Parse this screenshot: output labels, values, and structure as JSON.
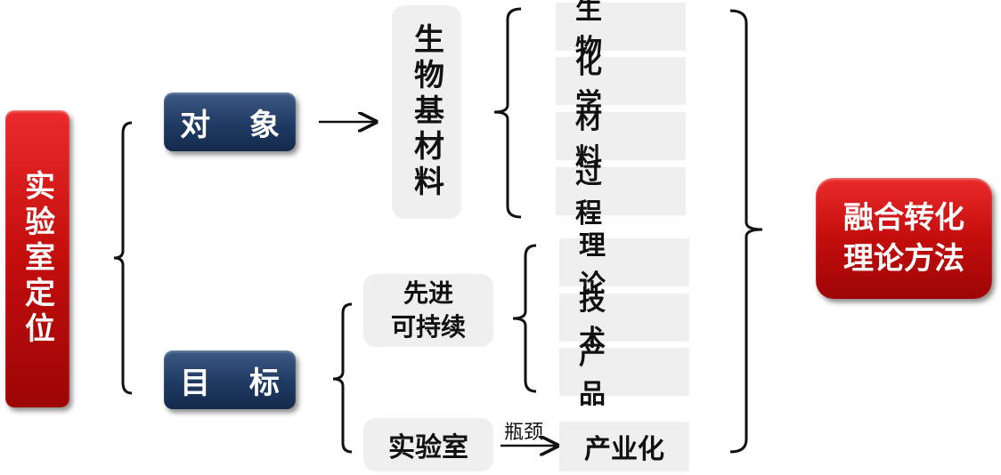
{
  "left_box": "实验室定位",
  "object_label": "对 象",
  "goal_label": "目 标",
  "bio_base": "生物基材料",
  "disciplines": [
    "生 物",
    "化 学",
    "材 料",
    "过 程"
  ],
  "advanced": "先进\n可持续",
  "outcomes": [
    "理 论",
    "技 术",
    "产 品"
  ],
  "lab": "实验室",
  "bottleneck": "瓶颈",
  "industrialization": "产业化",
  "right_box": "融合转化\n理论方法"
}
